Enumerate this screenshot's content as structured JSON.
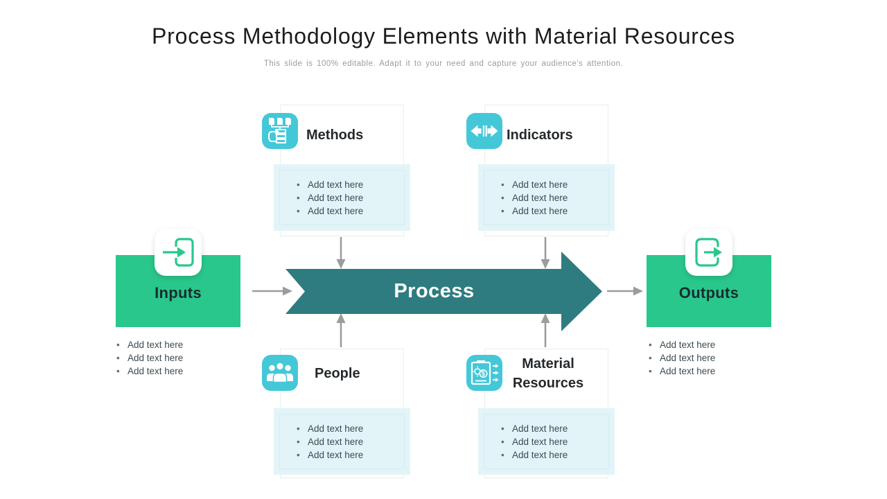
{
  "slide": {
    "title": "Process Methodology Elements with Material Resources",
    "subtitle": "This slide is 100% editable. Adapt it to your need and capture your audience's attention."
  },
  "process": {
    "label": "Process"
  },
  "inputs": {
    "label": "Inputs",
    "bullets": [
      "Add text here",
      "Add text here",
      "Add text here"
    ]
  },
  "outputs": {
    "label": "Outputs",
    "bullets": [
      "Add text here",
      "Add text here",
      "Add text here"
    ]
  },
  "sections": [
    {
      "id": "methods",
      "label": "Methods",
      "icon": "workflow-stack-icon",
      "bullets": [
        "Add text here",
        "Add text here",
        "Add text here"
      ]
    },
    {
      "id": "indicators",
      "label": "Indicators",
      "icon": "compare-arrows-icon",
      "bullets": [
        "Add text here",
        "Add text here",
        "Add text here"
      ]
    },
    {
      "id": "people",
      "label": "People",
      "icon": "people-group-icon",
      "bullets": [
        "Add text here",
        "Add text here",
        "Add text here"
      ]
    },
    {
      "id": "material_resources",
      "label": "Material Resources",
      "icon": "resources-gear-icon",
      "bullets": [
        "Add text here",
        "Add text here",
        "Add text here"
      ]
    }
  ],
  "colors": {
    "accent_green": "#29C78B",
    "accent_teal": "#44C8D8",
    "process_teal": "#2E7C80",
    "connector_gray": "#9C9C9C",
    "textbox_fill": "#E2F4F8",
    "title_text": "#1C1C1C",
    "subtitle_text": "#9B9B9B"
  }
}
